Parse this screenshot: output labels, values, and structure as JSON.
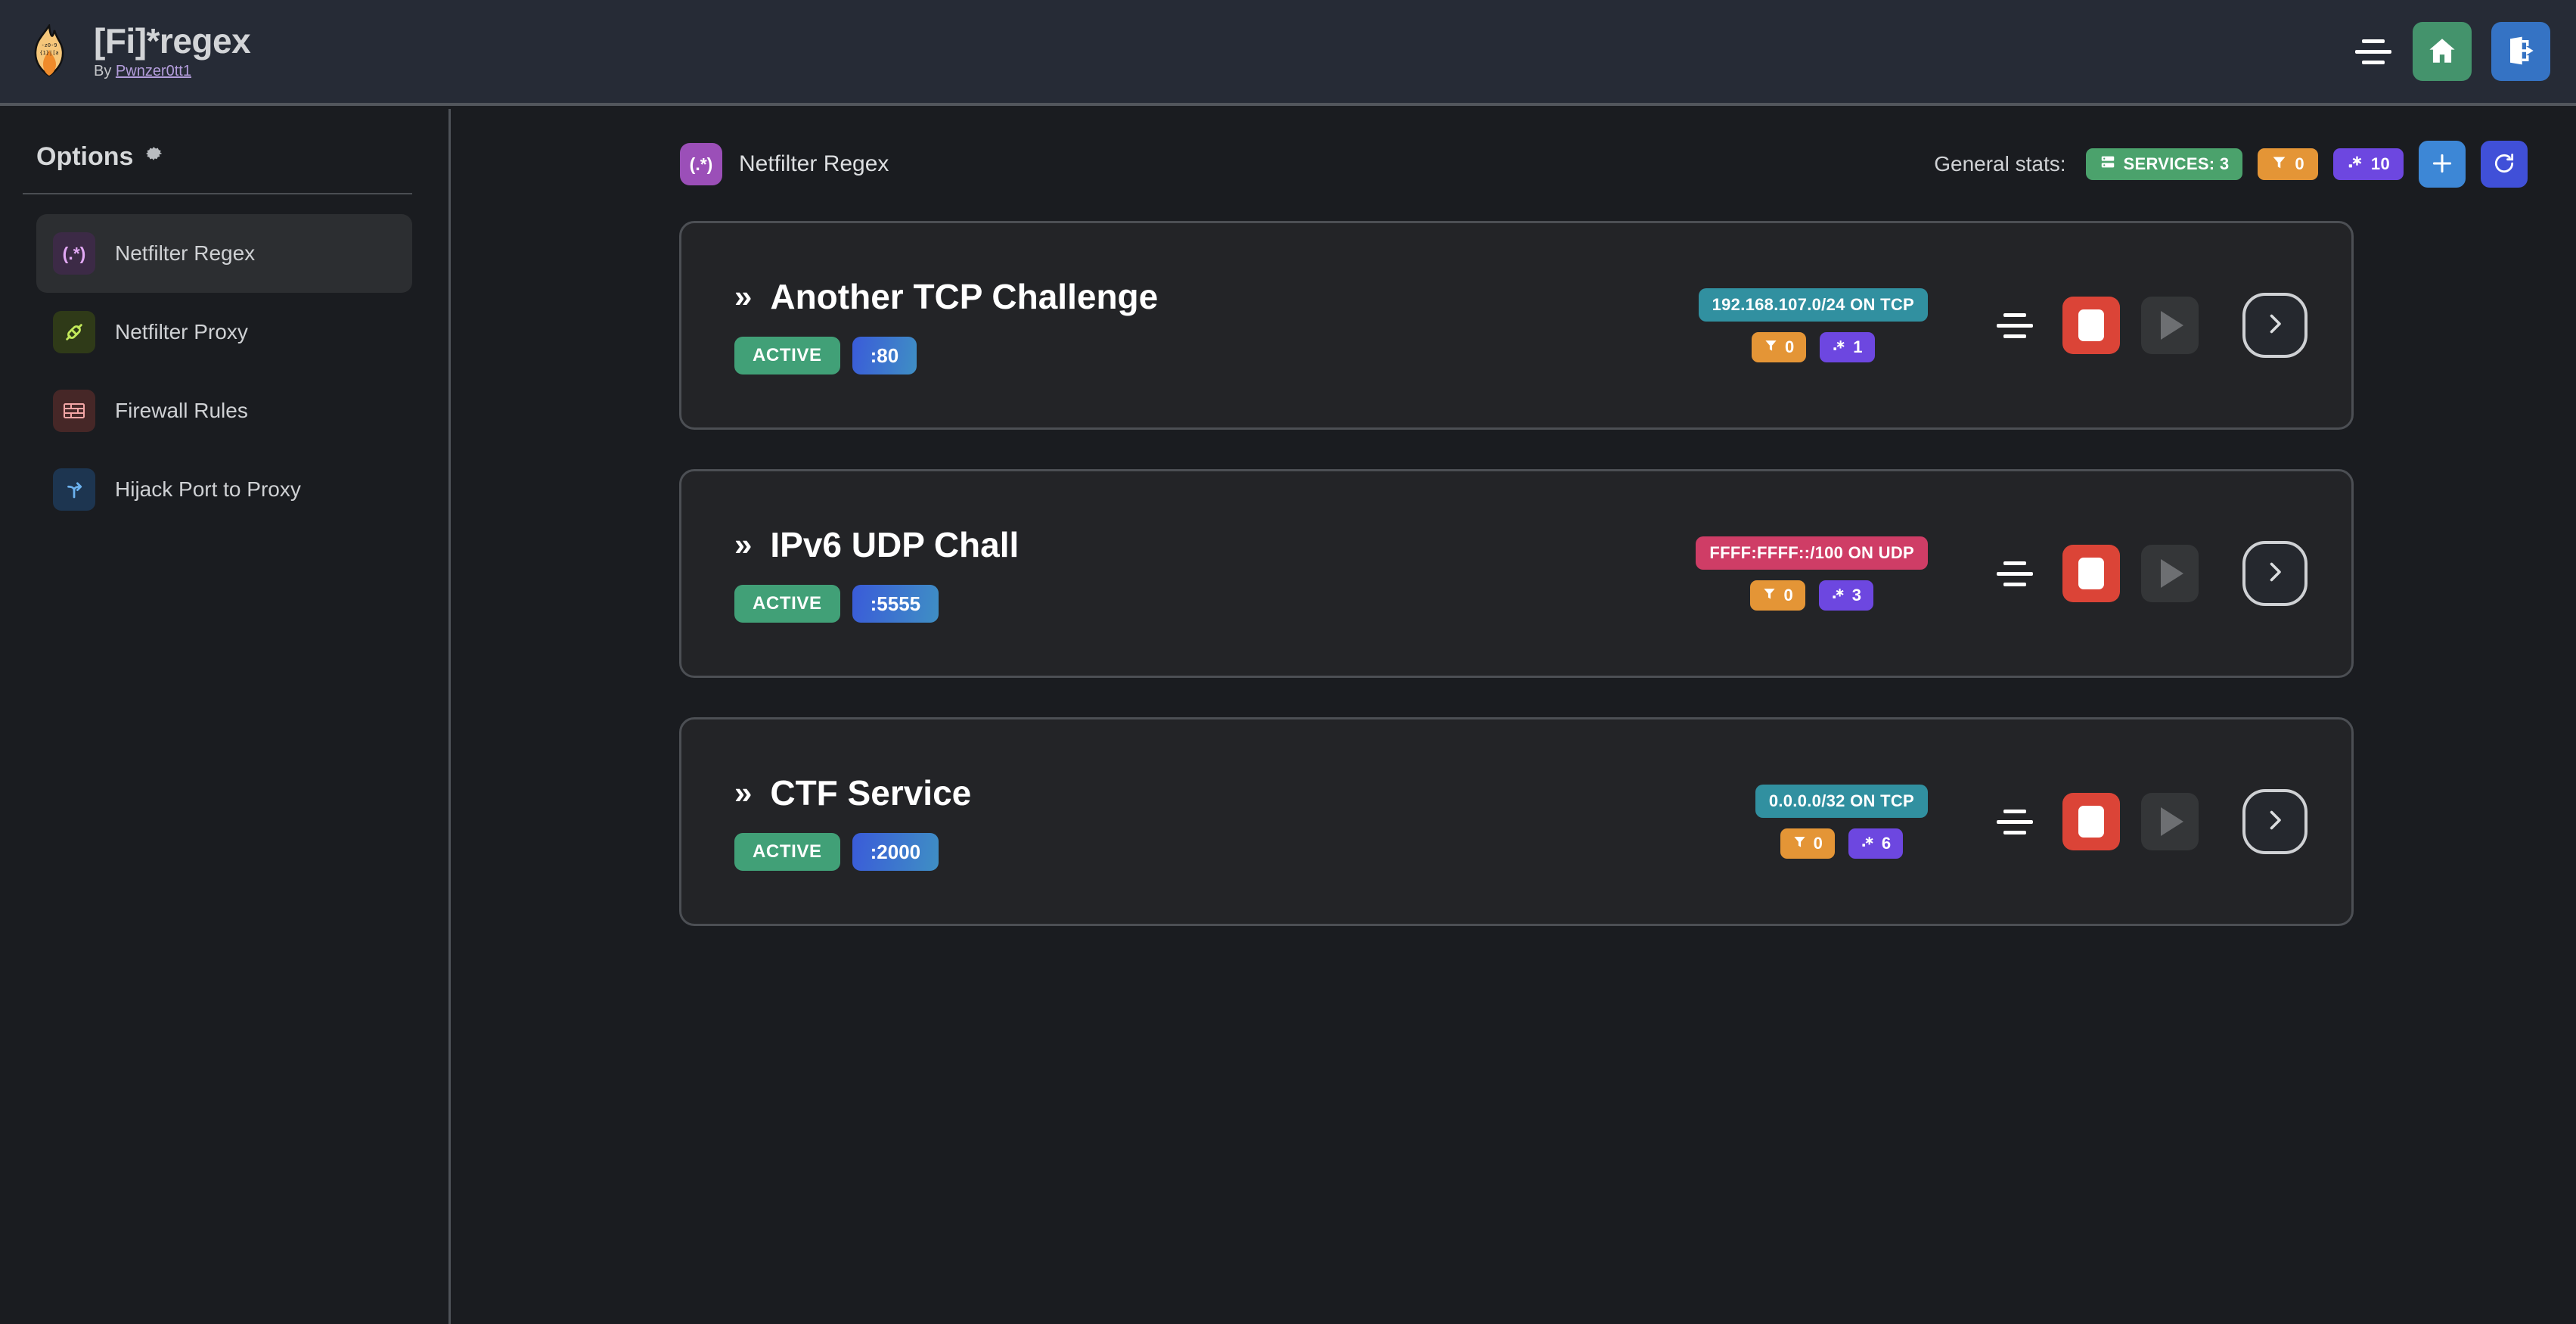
{
  "header": {
    "logo_icon": "flame-regex-logo",
    "title": "[Fi]*regex",
    "by_prefix": "By ",
    "author": "Pwnzer0tt1",
    "menu_icon": "hamburger-icon",
    "home_icon": "home-icon",
    "logout_icon": "logout-icon"
  },
  "sidebar": {
    "heading": "Options",
    "heading_icon": "gear-icon",
    "items": [
      {
        "label": "Netfilter Regex",
        "icon": "regex-icon",
        "glyph": "(.*)",
        "active": true
      },
      {
        "label": "Netfilter Proxy",
        "icon": "plug-icon",
        "glyph": "⚗",
        "active": false
      },
      {
        "label": "Firewall Rules",
        "icon": "brick-wall-icon",
        "glyph": "≡",
        "active": false
      },
      {
        "label": "Hijack Port to Proxy",
        "icon": "fork-route-icon",
        "glyph": "↱",
        "active": false
      }
    ]
  },
  "main": {
    "page_icon": "regex-icon",
    "page_icon_glyph": "(.*)",
    "page_title": "Netfilter Regex",
    "stats_label": "General stats:",
    "stats": [
      {
        "name": "services",
        "icon": "server-icon",
        "text": "SERVICES: 3",
        "color": "#4ba26c"
      },
      {
        "name": "filters",
        "icon": "funnel-icon",
        "text": "0",
        "color": "#e49536"
      },
      {
        "name": "regexes",
        "icon": "regex-icon",
        "text": "10",
        "color": "#6d47e0"
      }
    ],
    "add_button_icon": "plus-icon",
    "refresh_button_icon": "refresh-icon"
  },
  "services": [
    {
      "chevron": "»",
      "title": "Another TCP Challenge",
      "status": "ACTIVE",
      "port": ":80",
      "network": "192.168.107.0/24 ON TCP",
      "network_color": "teal",
      "filter_count": "0",
      "regex_count": "1",
      "list_icon": "list-icon",
      "stop_icon": "stop-icon",
      "start_icon": "play-icon",
      "detail_icon": "chevron-right-icon"
    },
    {
      "chevron": "»",
      "title": "IPv6 UDP Chall",
      "status": "ACTIVE",
      "port": ":5555",
      "network": "FFFF:FFFF::/100 ON UDP",
      "network_color": "pink",
      "filter_count": "0",
      "regex_count": "3",
      "list_icon": "list-icon",
      "stop_icon": "stop-icon",
      "start_icon": "play-icon",
      "detail_icon": "chevron-right-icon"
    },
    {
      "chevron": "»",
      "title": "CTF Service",
      "status": "ACTIVE",
      "port": ":2000",
      "network": "0.0.0.0/32 ON TCP",
      "network_color": "teal",
      "filter_count": "0",
      "regex_count": "6",
      "list_icon": "list-icon",
      "stop_icon": "stop-icon",
      "start_icon": "play-icon",
      "detail_icon": "chevron-right-icon"
    }
  ],
  "colors": {
    "topbar_bg": "#262b36",
    "body_bg": "#1a1c20",
    "card_bg": "#232427",
    "card_border": "#4c4f54",
    "accent_green": "#41a077",
    "accent_red": "#db4437",
    "accent_blue": "#3573c4",
    "accent_purple": "#6d47e0",
    "accent_orange": "#e49536",
    "accent_teal": "#3190a0",
    "accent_pink": "#cf3d66"
  }
}
